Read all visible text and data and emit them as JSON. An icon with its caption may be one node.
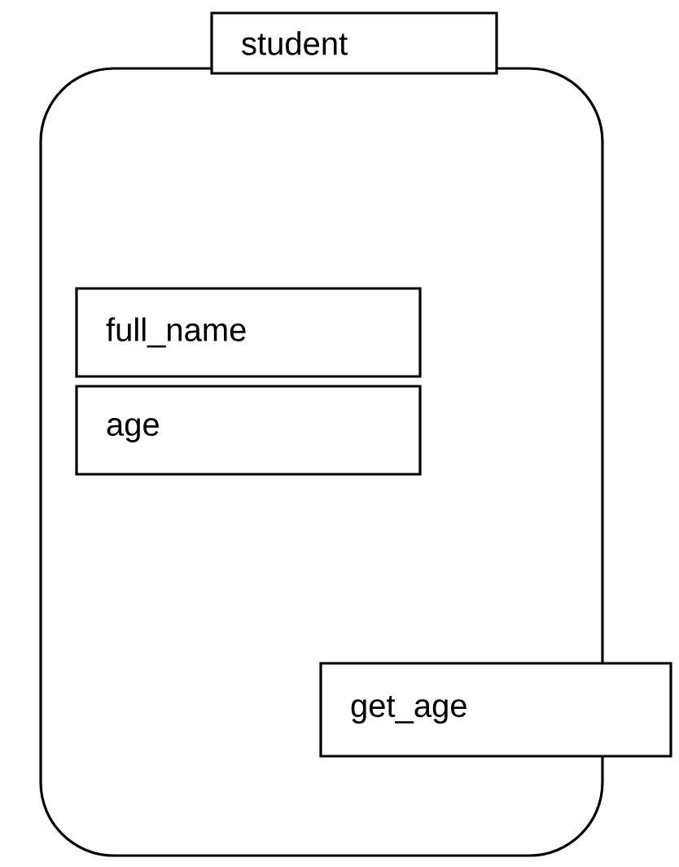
{
  "diagram": {
    "nodes": [
      {
        "text": [],
        "shape": "box"
      },
      {
        "text": [
          "student"
        ]
      },
      {
        "text": [
          "full_name"
        ],
        "in": 0
      },
      {
        "text": [
          "age"
        ],
        "in": 0
      },
      {
        "text": [
          "get_age"
        ]
      }
    ]
  }
}
